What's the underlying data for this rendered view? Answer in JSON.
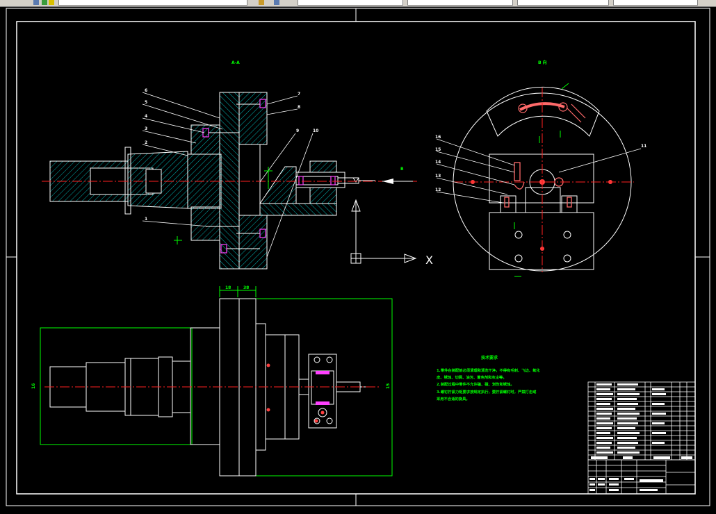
{
  "views": {
    "section_label": "A-A",
    "side_label": "B 向",
    "arrow_label": "B"
  },
  "axis": {
    "x_label": "X"
  },
  "part_numbers_left": [
    "6",
    "5",
    "4",
    "3",
    "2",
    "1"
  ],
  "part_numbers_right": [
    "7",
    "8",
    "9",
    "10"
  ],
  "part_numbers_side": [
    "16",
    "15",
    "14",
    "13",
    "12",
    "11"
  ],
  "dims": {
    "d1": "18",
    "d2": "38",
    "h_left": "16",
    "h_right": "15"
  },
  "tech_req": {
    "title": "技术要求",
    "lines": [
      "1.零件在装配前必须清理和清洗干净，不得有毛刺、飞边、氧化",
      "皮、锈蚀、切屑、油污、着色剂和灰尘等。",
      "2.装配过程中零件不允许磕、碰、划伤和锈蚀。",
      "3.螺钉拧紧力矩要求按规定执行，要拧紧螺钉时，严禁打击或",
      "采用不合适的旋具。"
    ]
  },
  "colors": {
    "frame": "#ffffff",
    "hatch": "#00b3b3",
    "center": "#ff2020",
    "dim": "#00ff00",
    "bolt": "#ff40ff",
    "slot": "#ff6a6a",
    "text_green": "#00ff00"
  }
}
